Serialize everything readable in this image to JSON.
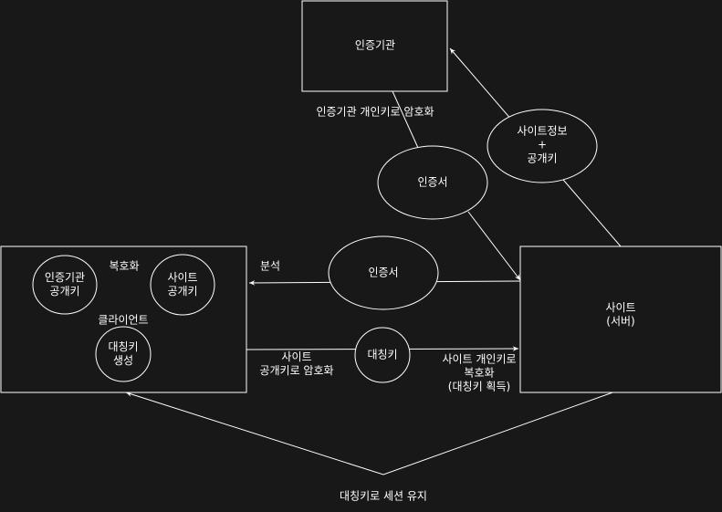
{
  "nodes": {
    "ca": "인증기관",
    "cert_top": "인증서",
    "site_info": [
      "사이트정보",
      "+",
      "공개키"
    ],
    "cert_mid": "인증서",
    "ca_pubkey": [
      "인증기관",
      "공개키"
    ],
    "site_pubkey": [
      "사이트",
      "공개키"
    ],
    "client": "클라이언트",
    "symkey_gen": [
      "대칭키",
      "생성"
    ],
    "symkey": "대칭키",
    "site": [
      "사이트",
      "(서버)"
    ]
  },
  "edge_labels": {
    "ca_encrypt": "인증기관 개인키로 암호화",
    "decrypt": "복호화",
    "analyze": "분석",
    "site_pub_encrypt": [
      "사이트",
      "공개키로 암호화"
    ],
    "site_priv_decrypt": [
      "사이트 개인키로",
      "복호화",
      "(대칭키 획득)"
    ],
    "session": "대칭키로 세션 유지"
  },
  "colors": {
    "background": "#181818",
    "stroke": "#ffffff",
    "text": "#ffffff"
  }
}
